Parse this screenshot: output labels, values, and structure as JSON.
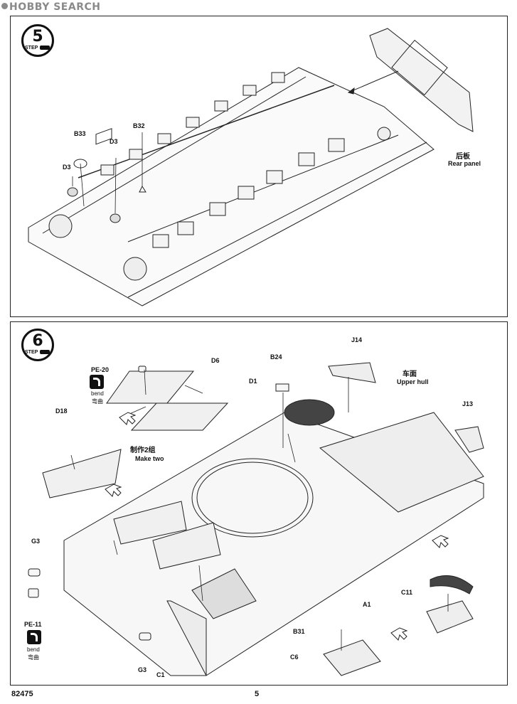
{
  "watermark": {
    "text": "HOBBY SEARCH"
  },
  "steps": [
    {
      "number": "5",
      "word": "STEP",
      "labels": {
        "b33": "B33",
        "d3_a": "D3",
        "d3_b": "D3",
        "b32": "B32",
        "rear_cn": "后板",
        "rear_en": "Rear panel"
      }
    },
    {
      "number": "6",
      "word": "STEP",
      "labels": {
        "pe20": "PE-20",
        "bend1": "bend",
        "bend1_cn": "弯曲",
        "d6": "D6",
        "d1": "D1",
        "d18": "D18",
        "make_cn": "制作2组",
        "make_en": "Make two",
        "b24": "B24",
        "j14": "J14",
        "upper_cn": "车面",
        "upper_en": "Upper hull",
        "j13": "J13",
        "g3_a": "G3",
        "pe11": "PE-11",
        "bend2": "bend",
        "bend2_cn": "弯曲",
        "g3_b": "G3",
        "c1": "C1",
        "a1": "A1",
        "b31": "B31",
        "c6": "C6",
        "c11": "C11"
      }
    }
  ],
  "footer": {
    "code": "82475",
    "page": "5"
  }
}
